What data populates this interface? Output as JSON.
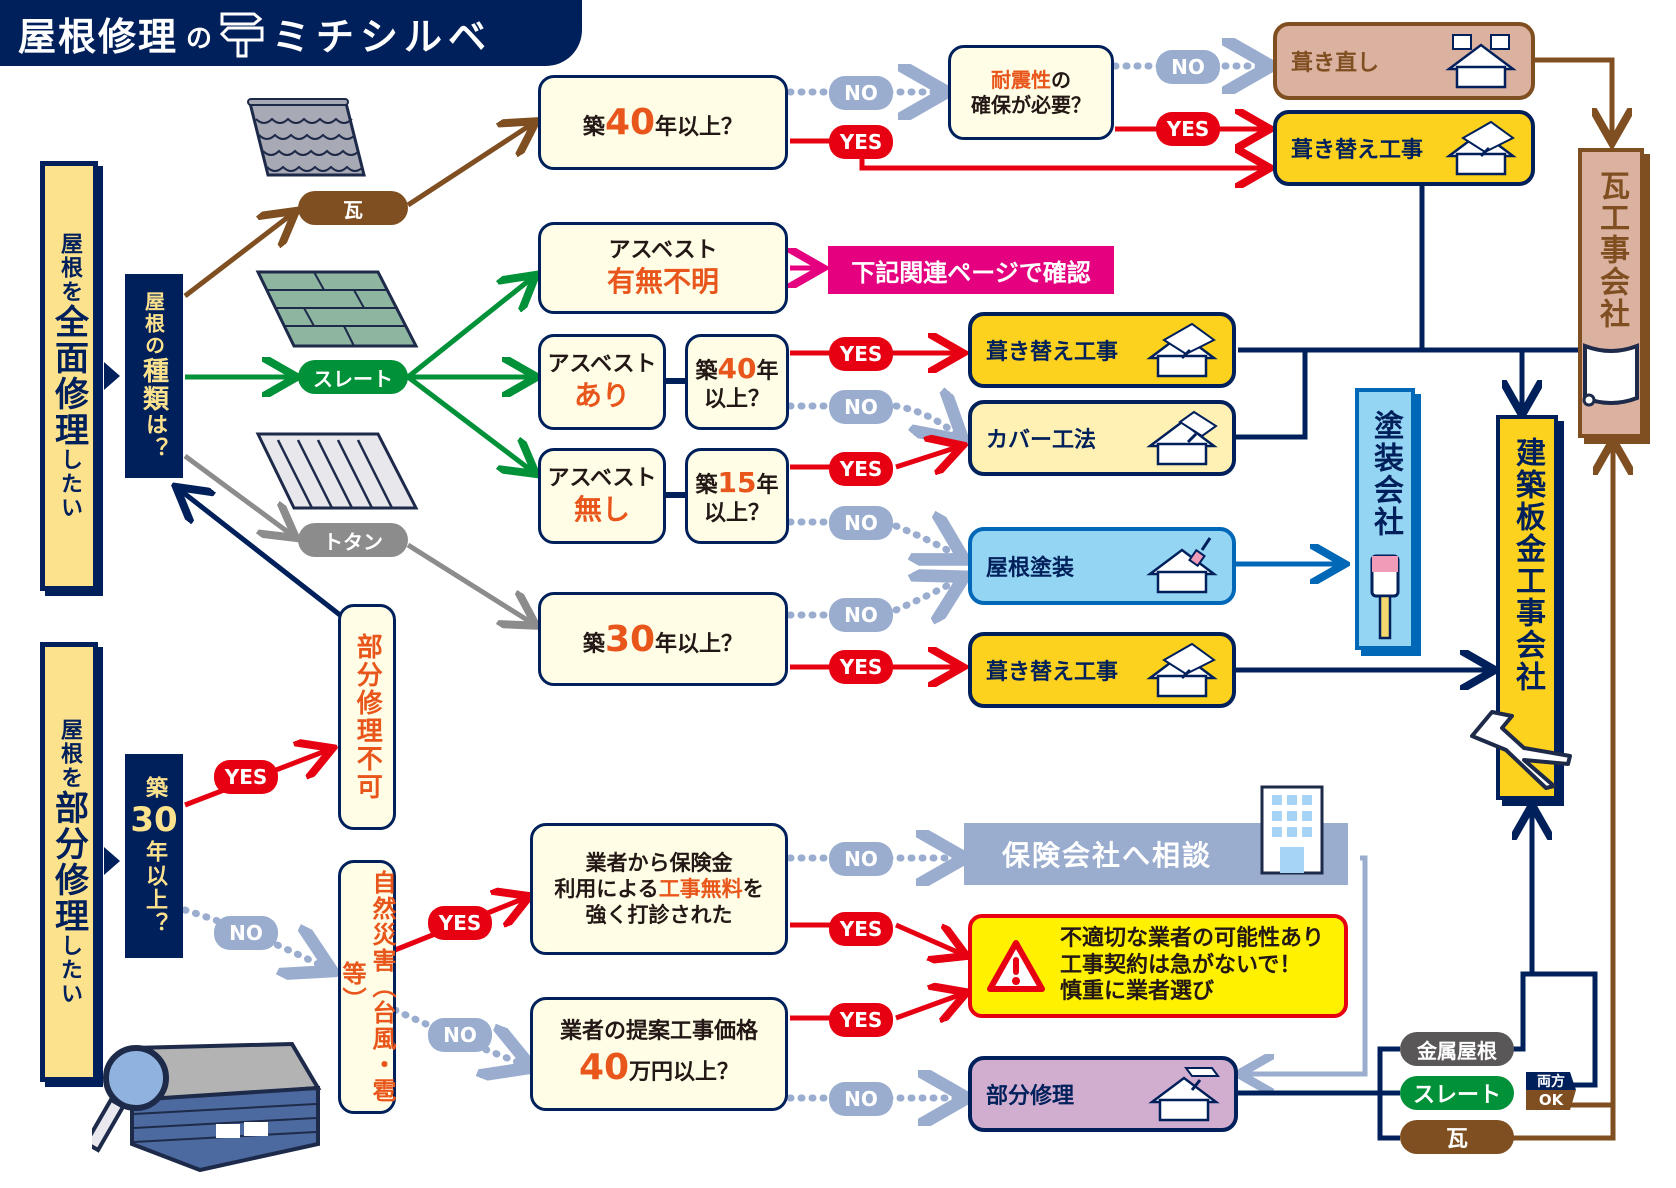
{
  "title": {
    "main": "屋根修理",
    "particle": "の",
    "sub": "ミチシルベ"
  },
  "colors": {
    "navy": "#00205b",
    "brown": "#7f4f21",
    "green": "#009139",
    "gray": "#8c8c8c",
    "red": "#e60012",
    "no_blue": "#9aadcf",
    "orange": "#e8561b",
    "yellow": "#fdd21f",
    "magenta": "#e4007f",
    "paint_blue": "#0068b7"
  },
  "start": {
    "full": {
      "pre": "屋根を",
      "emph": "全面修理",
      "post": "したい"
    },
    "partial": {
      "pre": "屋根を",
      "emph": "部分修理",
      "post": "したい"
    }
  },
  "roof_type_question": {
    "pre": "屋根の",
    "emph": "種類",
    "post": "は？"
  },
  "roof_types": {
    "kawara": "瓦",
    "slate": "スレート",
    "tin": "トタン"
  },
  "labels": {
    "yes": "YES",
    "no": "NO"
  },
  "questions": {
    "kawara_age": {
      "pre": "築",
      "num": "40",
      "post": "年以上？"
    },
    "seismic": {
      "emph": "耐震性",
      "post1": "の",
      "line2": "確保が必要？"
    },
    "asbestos_unknown": {
      "line1": "アスベスト",
      "emph": "有無不明"
    },
    "asbestos_yes": {
      "line1": "アスベスト",
      "emph": "あり"
    },
    "asbestos_yes_age": {
      "pre": "築",
      "num": "40",
      "post": "年",
      "line2": "以上？"
    },
    "asbestos_no": {
      "line1": "アスベスト",
      "emph": "無し"
    },
    "asbestos_no_age": {
      "pre": "築",
      "num": "15",
      "post": "年",
      "line2": "以上？"
    },
    "tin_age": {
      "pre": "築",
      "num": "30",
      "post": "年以上？"
    },
    "partial_age": {
      "pre": "築",
      "num": "30",
      "post": "年以上？"
    },
    "partial_impossible": "部分修理不可",
    "disaster": "自然災害（台風・雹等）",
    "insurance_free": {
      "line1": "業者から保険金",
      "line2_pre": "利用による",
      "emph": "工事無料",
      "line2_post": "を",
      "line3": "強く打診された"
    },
    "price": {
      "line1": "業者の提案工事価格",
      "num": "40",
      "post": "万円以上？"
    }
  },
  "results": {
    "reroof": "葺き直し",
    "replace": "葺き替え工事",
    "check_page": "下記関連ページで確認",
    "cover": "カバー工法",
    "paint": "屋根塗装",
    "insurance_consult": "保険会社へ相談",
    "warning": {
      "line1": "不適切な業者の可能性あり",
      "line2": "工事契約は急がないで！",
      "line3": "慎重に業者選び"
    },
    "partial_repair": "部分修理"
  },
  "companies": {
    "kawara": "瓦工事会社",
    "sheet_metal": "建築板金工事会社",
    "paint": "塗装会社"
  },
  "partial_routes": {
    "metal": "金属屋根",
    "slate": "スレート",
    "kawara": "瓦",
    "both_a": "両方",
    "both_b": "OK"
  }
}
